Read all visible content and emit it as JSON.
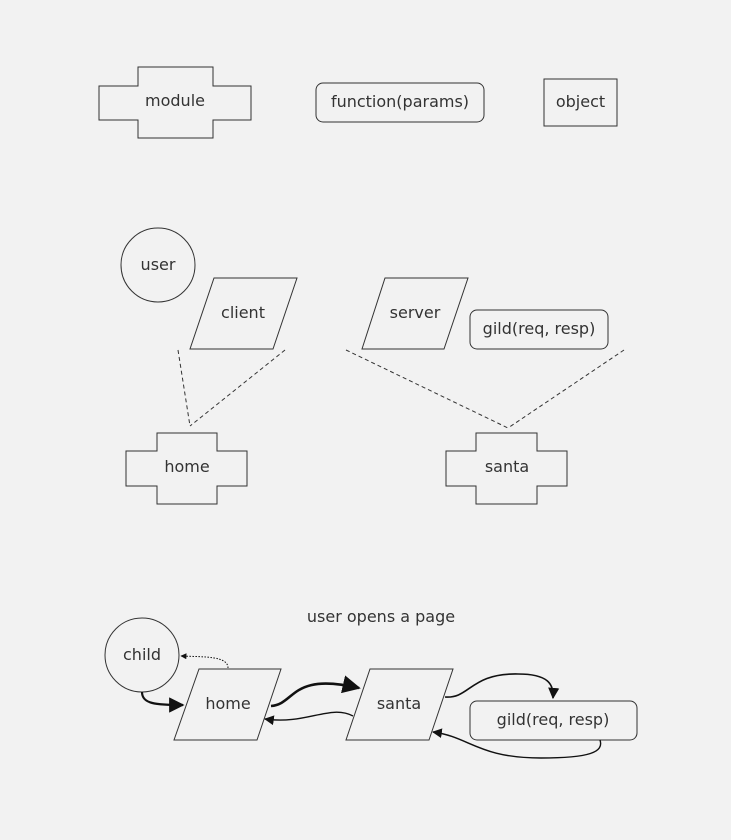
{
  "legend": {
    "module": "module",
    "function": "function(params)",
    "object": "object"
  },
  "architecture": {
    "user": "user",
    "client": "client",
    "server": "server",
    "server_function": "gild(req, resp)",
    "client_module": "home",
    "server_module": "santa"
  },
  "flow": {
    "title": "user opens a page",
    "actor": "child",
    "page": "home",
    "service": "santa",
    "handler": "gild(req, resp)"
  }
}
